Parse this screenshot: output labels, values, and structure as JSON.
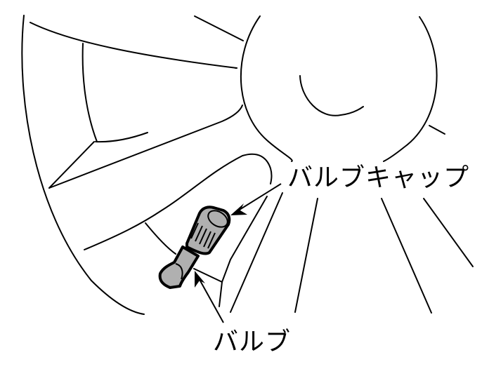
{
  "diagram": {
    "title": "",
    "labels": {
      "valve_cap": "バルブキャップ",
      "valve": "バルブ"
    },
    "colors": {
      "line": "#000000",
      "part_fill": "#b0b0b0",
      "background": "#ffffff"
    },
    "parts": [
      {
        "name": "wheel-rim",
        "description": "wheel rim with spokes"
      },
      {
        "name": "wheel-hub",
        "description": "center hub"
      },
      {
        "name": "valve-stem",
        "label_ref": "valve"
      },
      {
        "name": "valve-cap",
        "label_ref": "valve_cap"
      }
    ]
  }
}
